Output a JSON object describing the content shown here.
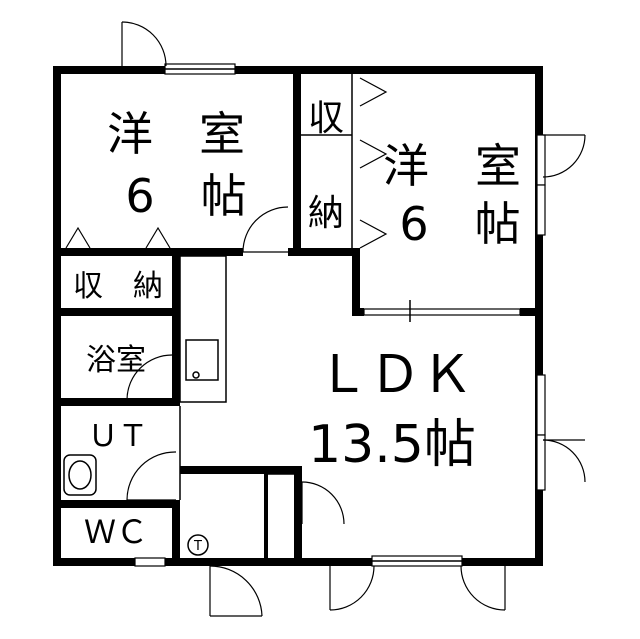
{
  "rooms": {
    "western_room_left": {
      "name": "洋　室",
      "size": "6　帖"
    },
    "western_room_right": {
      "name": "洋　室",
      "size": "6　帖"
    },
    "storage_vertical": {
      "line1": "収",
      "line2": "納"
    },
    "storage_left": {
      "name": "収　納"
    },
    "bathroom": {
      "name": "浴室"
    },
    "utility": {
      "name": "ＵＴ"
    },
    "toilet": {
      "name": "ＷＣ"
    },
    "ldk": {
      "name": "ＬＤＫ",
      "size": "13.5帖"
    }
  },
  "symbols": {
    "terminal_mark": "T"
  },
  "colors": {
    "wall": "#000000",
    "background": "#ffffff"
  }
}
